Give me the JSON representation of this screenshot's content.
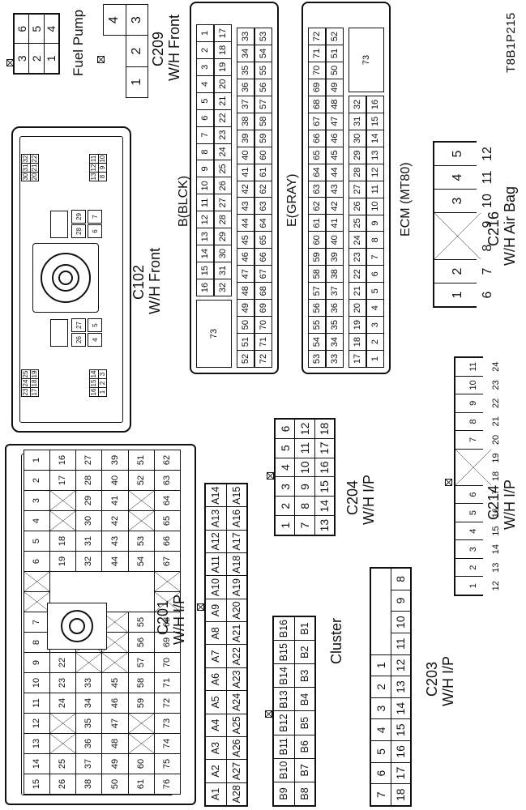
{
  "figure_code": "T8B1P215",
  "labels": {
    "c201_name": "C201",
    "c201_loc": "W/H I/P",
    "c102_name": "C102",
    "c102_loc": "W/H Front",
    "ecm_name": "ECM (MT80)",
    "b_block": "B(BLCK)",
    "e_block": "E(GRAY)",
    "c209_name": "C209",
    "c209_loc": "W/H Front",
    "fuel_pump": "Fuel Pump",
    "c204_name": "C204",
    "c204_loc": "W/H I/P",
    "c216_name": "C216",
    "c216_loc": "W/H Air Bag",
    "cluster": "Cluster",
    "c203_name": "C203",
    "c203_loc": "W/H I/P",
    "c214_name": "C214",
    "c214_loc": "W/H I/P"
  },
  "c201": {
    "rows": [
      [
        "15",
        "14",
        "13",
        "12",
        "11",
        "10",
        "9",
        "8",
        "7",
        "",
        "",
        "6",
        "5",
        "4",
        "3",
        "2",
        "1"
      ],
      [
        "26",
        "25",
        "",
        "",
        "24",
        "23",
        "22",
        "21",
        "20",
        "",
        "",
        "19",
        "18",
        "",
        "",
        "17",
        "16"
      ],
      [
        "38",
        "37",
        "36",
        "35",
        "34",
        "33",
        "",
        "",
        "",
        "",
        "",
        "32",
        "31",
        "30",
        "29",
        "28",
        "27"
      ],
      [
        "50",
        "49",
        "48",
        "47",
        "46",
        "45",
        "",
        "",
        "",
        "",
        "",
        "44",
        "43",
        "42",
        "41",
        "40",
        "39"
      ],
      [
        "61",
        "60",
        "",
        "",
        "59",
        "58",
        "57",
        "56",
        "55",
        "",
        "",
        "54",
        "53",
        "",
        "",
        "52",
        "51"
      ],
      [
        "76",
        "75",
        "74",
        "73",
        "72",
        "71",
        "70",
        "69",
        "68",
        "",
        "",
        "67",
        "66",
        "65",
        "64",
        "63",
        "62"
      ]
    ]
  },
  "c102": {
    "top_left": [
      "23",
      "24",
      "25",
      "17",
      "18",
      "19"
    ],
    "bot_left": [
      "16",
      "15",
      "14",
      "1",
      "2",
      "3"
    ],
    "top_right": [
      "30",
      "31",
      "32",
      "20",
      "21",
      "22"
    ],
    "bot_right": [
      "13",
      "12",
      "11",
      "8",
      "9",
      "10"
    ],
    "mid_pairs": [
      "26",
      "27",
      "4",
      "5",
      "28",
      "29",
      "6",
      "7"
    ]
  },
  "ecm": {
    "b_row1": [
      "16",
      "15",
      "14",
      "13",
      "12",
      "11",
      "10",
      "9",
      "8",
      "7",
      "6",
      "5",
      "4",
      "3",
      "2",
      "1"
    ],
    "b_row2": [
      "32",
      "31",
      "30",
      "29",
      "28",
      "27",
      "26",
      "25",
      "24",
      "23",
      "22",
      "21",
      "20",
      "19",
      "18",
      "17"
    ],
    "b_row3": [
      "52",
      "51",
      "50",
      "49",
      "48",
      "47",
      "46",
      "45",
      "44",
      "43",
      "42",
      "41",
      "40",
      "39",
      "38",
      "37",
      "36",
      "35",
      "34",
      "33"
    ],
    "b_row4": [
      "72",
      "71",
      "70",
      "69",
      "68",
      "67",
      "66",
      "65",
      "64",
      "63",
      "62",
      "61",
      "60",
      "59",
      "58",
      "57",
      "56",
      "55",
      "54",
      "53"
    ],
    "b_big": "73",
    "e_row1": [
      "53",
      "54",
      "55",
      "56",
      "57",
      "58",
      "59",
      "60",
      "61",
      "62",
      "63",
      "64",
      "65",
      "66",
      "67",
      "68",
      "69",
      "70",
      "71",
      "72"
    ],
    "e_row2": [
      "33",
      "34",
      "35",
      "36",
      "37",
      "38",
      "39",
      "40",
      "41",
      "42",
      "43",
      "44",
      "45",
      "46",
      "47",
      "48",
      "49",
      "50",
      "51",
      "52"
    ],
    "e_row3": [
      "17",
      "18",
      "19",
      "20",
      "21",
      "22",
      "23",
      "24",
      "25",
      "26",
      "27",
      "28",
      "29",
      "30",
      "31",
      "32"
    ],
    "e_row4": [
      "1",
      "2",
      "3",
      "4",
      "5",
      "6",
      "7",
      "8",
      "9",
      "10",
      "11",
      "12",
      "13",
      "14",
      "15",
      "16"
    ],
    "e_big": "73"
  },
  "c209": {
    "top": [
      "4"
    ],
    "bottom": [
      "1",
      "2",
      "3"
    ]
  },
  "fuel_pump": {
    "rows": [
      [
        "3",
        "6"
      ],
      [
        "2",
        "5"
      ],
      [
        "1",
        "4"
      ]
    ]
  },
  "c204": {
    "rows": [
      [
        "1",
        "2",
        "3",
        "4",
        "5",
        "6"
      ],
      [
        "7",
        "8",
        "9",
        "10",
        "11",
        "12"
      ],
      [
        "13",
        "14",
        "15",
        "16",
        "17",
        "18"
      ]
    ]
  },
  "c216": {
    "row1": [
      "1",
      "2",
      "",
      "3",
      "4",
      "5"
    ],
    "row2": [
      "6",
      "7",
      "8",
      "9",
      "10",
      "11",
      "12"
    ]
  },
  "cluster_a": {
    "row1": [
      "A1",
      "A2",
      "A3",
      "A4",
      "A5",
      "A6",
      "A7",
      "A8",
      "A9",
      "A10",
      "A11",
      "A12",
      "A13",
      "A14"
    ],
    "row2": [
      "A28",
      "A27",
      "A26",
      "A25",
      "A24",
      "A23",
      "A22",
      "A21",
      "A20",
      "A19",
      "A18",
      "A17",
      "A16",
      "A15"
    ]
  },
  "cluster_b": {
    "row1": [
      "B9",
      "B10",
      "B11",
      "B12",
      "B13",
      "B14",
      "B15",
      "B16"
    ],
    "row2": [
      "B8",
      "B7",
      "B6",
      "B5",
      "B4",
      "B3",
      "B2",
      "B1"
    ]
  },
  "c203": {
    "row1": [
      "7",
      "6",
      "5",
      "",
      "4",
      "3",
      "2",
      "1"
    ],
    "row2": [
      "18",
      "17",
      "16",
      "15",
      "14",
      "13",
      "12",
      "11",
      "10",
      "9",
      "8"
    ]
  },
  "c214": {
    "row1": [
      "1",
      "2",
      "3",
      "4",
      "5",
      "6",
      "",
      "7",
      "8",
      "9",
      "10",
      "11"
    ],
    "row2": [
      "12",
      "13",
      "14",
      "15",
      "16",
      "17",
      "18",
      "19",
      "20",
      "21",
      "22",
      "23",
      "24"
    ]
  }
}
